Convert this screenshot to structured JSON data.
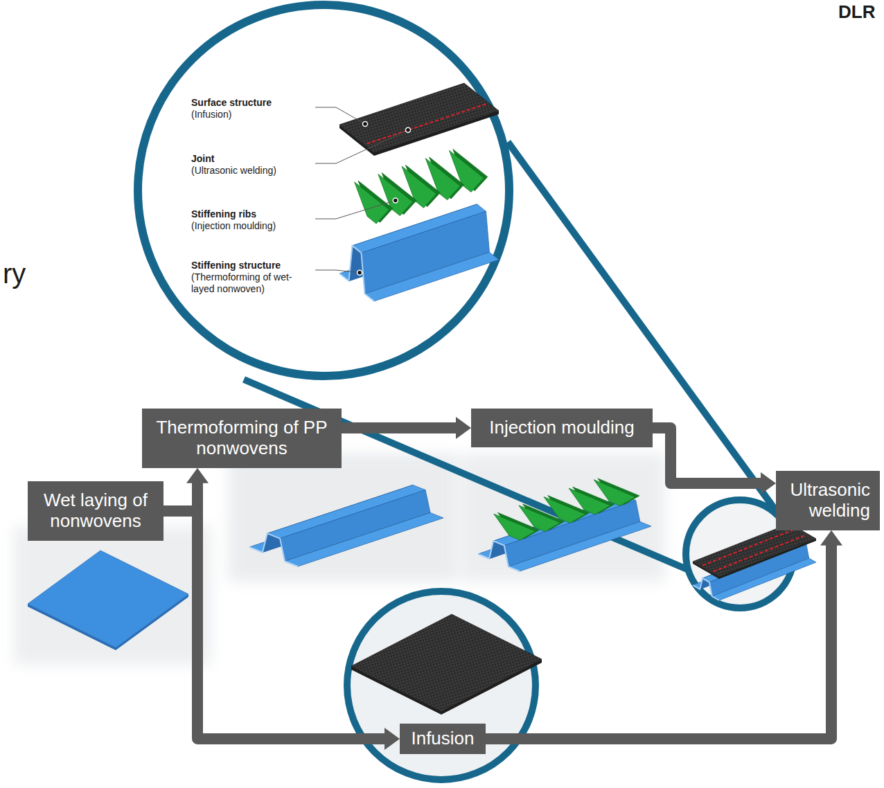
{
  "diagram": {
    "nodes": [
      {
        "text": [
          "Thermoforming of PP nonwovens"
        ]
      },
      {
        "text": [
          "Injection moulding"
        ]
      },
      {
        "text": [
          "Wet laying of nonwovens"
        ]
      },
      {
        "text": [
          "Ultrasonic welding"
        ]
      },
      {
        "text": [
          "Infusion"
        ]
      }
    ],
    "edges": [
      {
        "from": 2,
        "to": 0,
        "arrow": "to"
      },
      {
        "from": 0,
        "to": 1,
        "arrow": "to"
      },
      {
        "from": 1,
        "to": 3,
        "arrow": "to"
      },
      {
        "from": 2,
        "to": 4,
        "arrow": "to"
      },
      {
        "from": 4,
        "to": 3,
        "arrow": "to"
      }
    ],
    "labels": [
      "DLR",
      "ry",
      "Surface structure",
      "(Infusion)",
      "Joint",
      "(Ultrasonic welding)",
      "Stiffening ribs",
      "(Injection moulding)",
      "Stiffening structure",
      "(Thermoforming of wet-layed nonwoven)"
    ]
  }
}
